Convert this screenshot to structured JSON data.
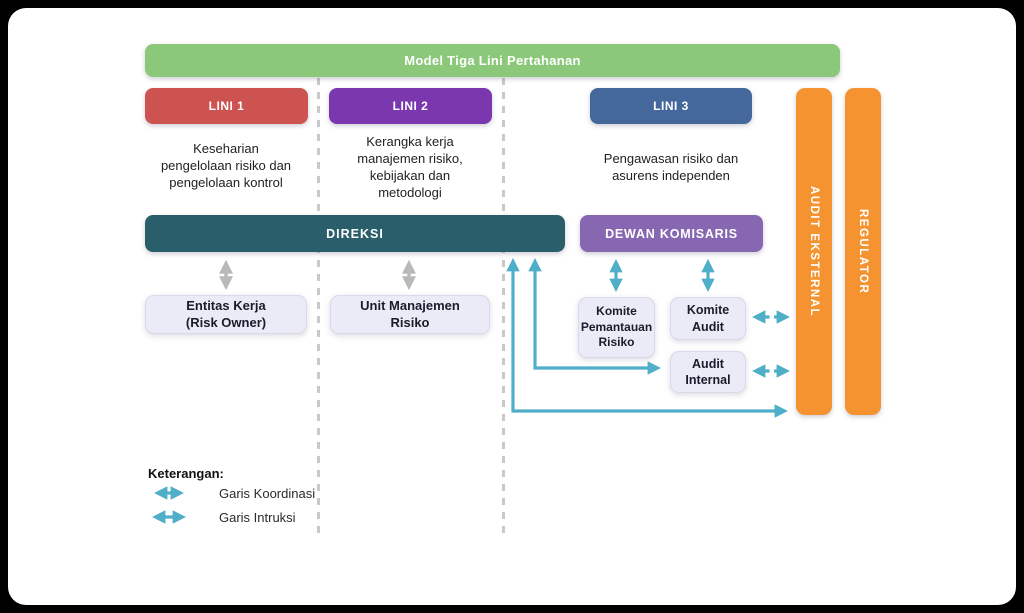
{
  "header": {
    "title": "Model Tiga Lini Pertahanan"
  },
  "columns": [
    {
      "badge": "LINI 1",
      "description": "Keseharian\npengelolaan risiko dan\npengelolaan kontrol"
    },
    {
      "badge": "LINI 2",
      "description": "Kerangka kerja\nmanajemen risiko,\nkebijakan dan\nmetodologi"
    },
    {
      "badge": "LINI 3",
      "description": "Pengawasan risiko dan\nasurens independen"
    }
  ],
  "bars": {
    "direksi": "DIREKSI",
    "dewan_komisaris": "DEWAN KOMISARIS",
    "audit_eksternal": "AUDIT EKSTERNAL",
    "regulator": "REGULATOR"
  },
  "boxes": {
    "entitas_kerja": "Entitas Kerja\n(Risk Owner)",
    "unit_manajemen": "Unit Manajemen\nRisiko",
    "komite_pemantauan": "Komite\nPemantauan\nRisiko",
    "komite_audit": "Komite\nAudit",
    "audit_internal": "Audit\nInternal"
  },
  "legend": {
    "title": "Keterangan:",
    "items": [
      {
        "label": "Garis Koordinasi",
        "style": "dashed"
      },
      {
        "label": "Garis Intruksi",
        "style": "solid"
      }
    ]
  },
  "connectors": [
    {
      "name": "direksi-entitas-kerja",
      "type": "instruction-two-way"
    },
    {
      "name": "direksi-unit-manajemen",
      "type": "instruction-two-way"
    },
    {
      "name": "dewan-komisaris-komite-pemantauan",
      "type": "instruction-two-way"
    },
    {
      "name": "dewan-komisaris-komite-audit",
      "type": "instruction-two-way"
    },
    {
      "name": "audit-internal-direksi",
      "type": "instruction"
    },
    {
      "name": "audit-eksternal-direksi",
      "type": "instruction"
    },
    {
      "name": "komite-audit-audit-eksternal",
      "type": "coordination-two-way"
    },
    {
      "name": "audit-internal-audit-eksternal",
      "type": "coordination-two-way"
    }
  ],
  "colors": {
    "green": "#8bc87a",
    "lini1": "#cd5351",
    "lini2": "#7b38ae",
    "lini3": "#44689b",
    "direksi": "#2a5e6a",
    "dewan": "#8767b2",
    "box_bg": "#ebebf7",
    "orange": "#f59331",
    "arrow_teal": "#4faec8",
    "arrow_gray": "#b9b9b9"
  }
}
